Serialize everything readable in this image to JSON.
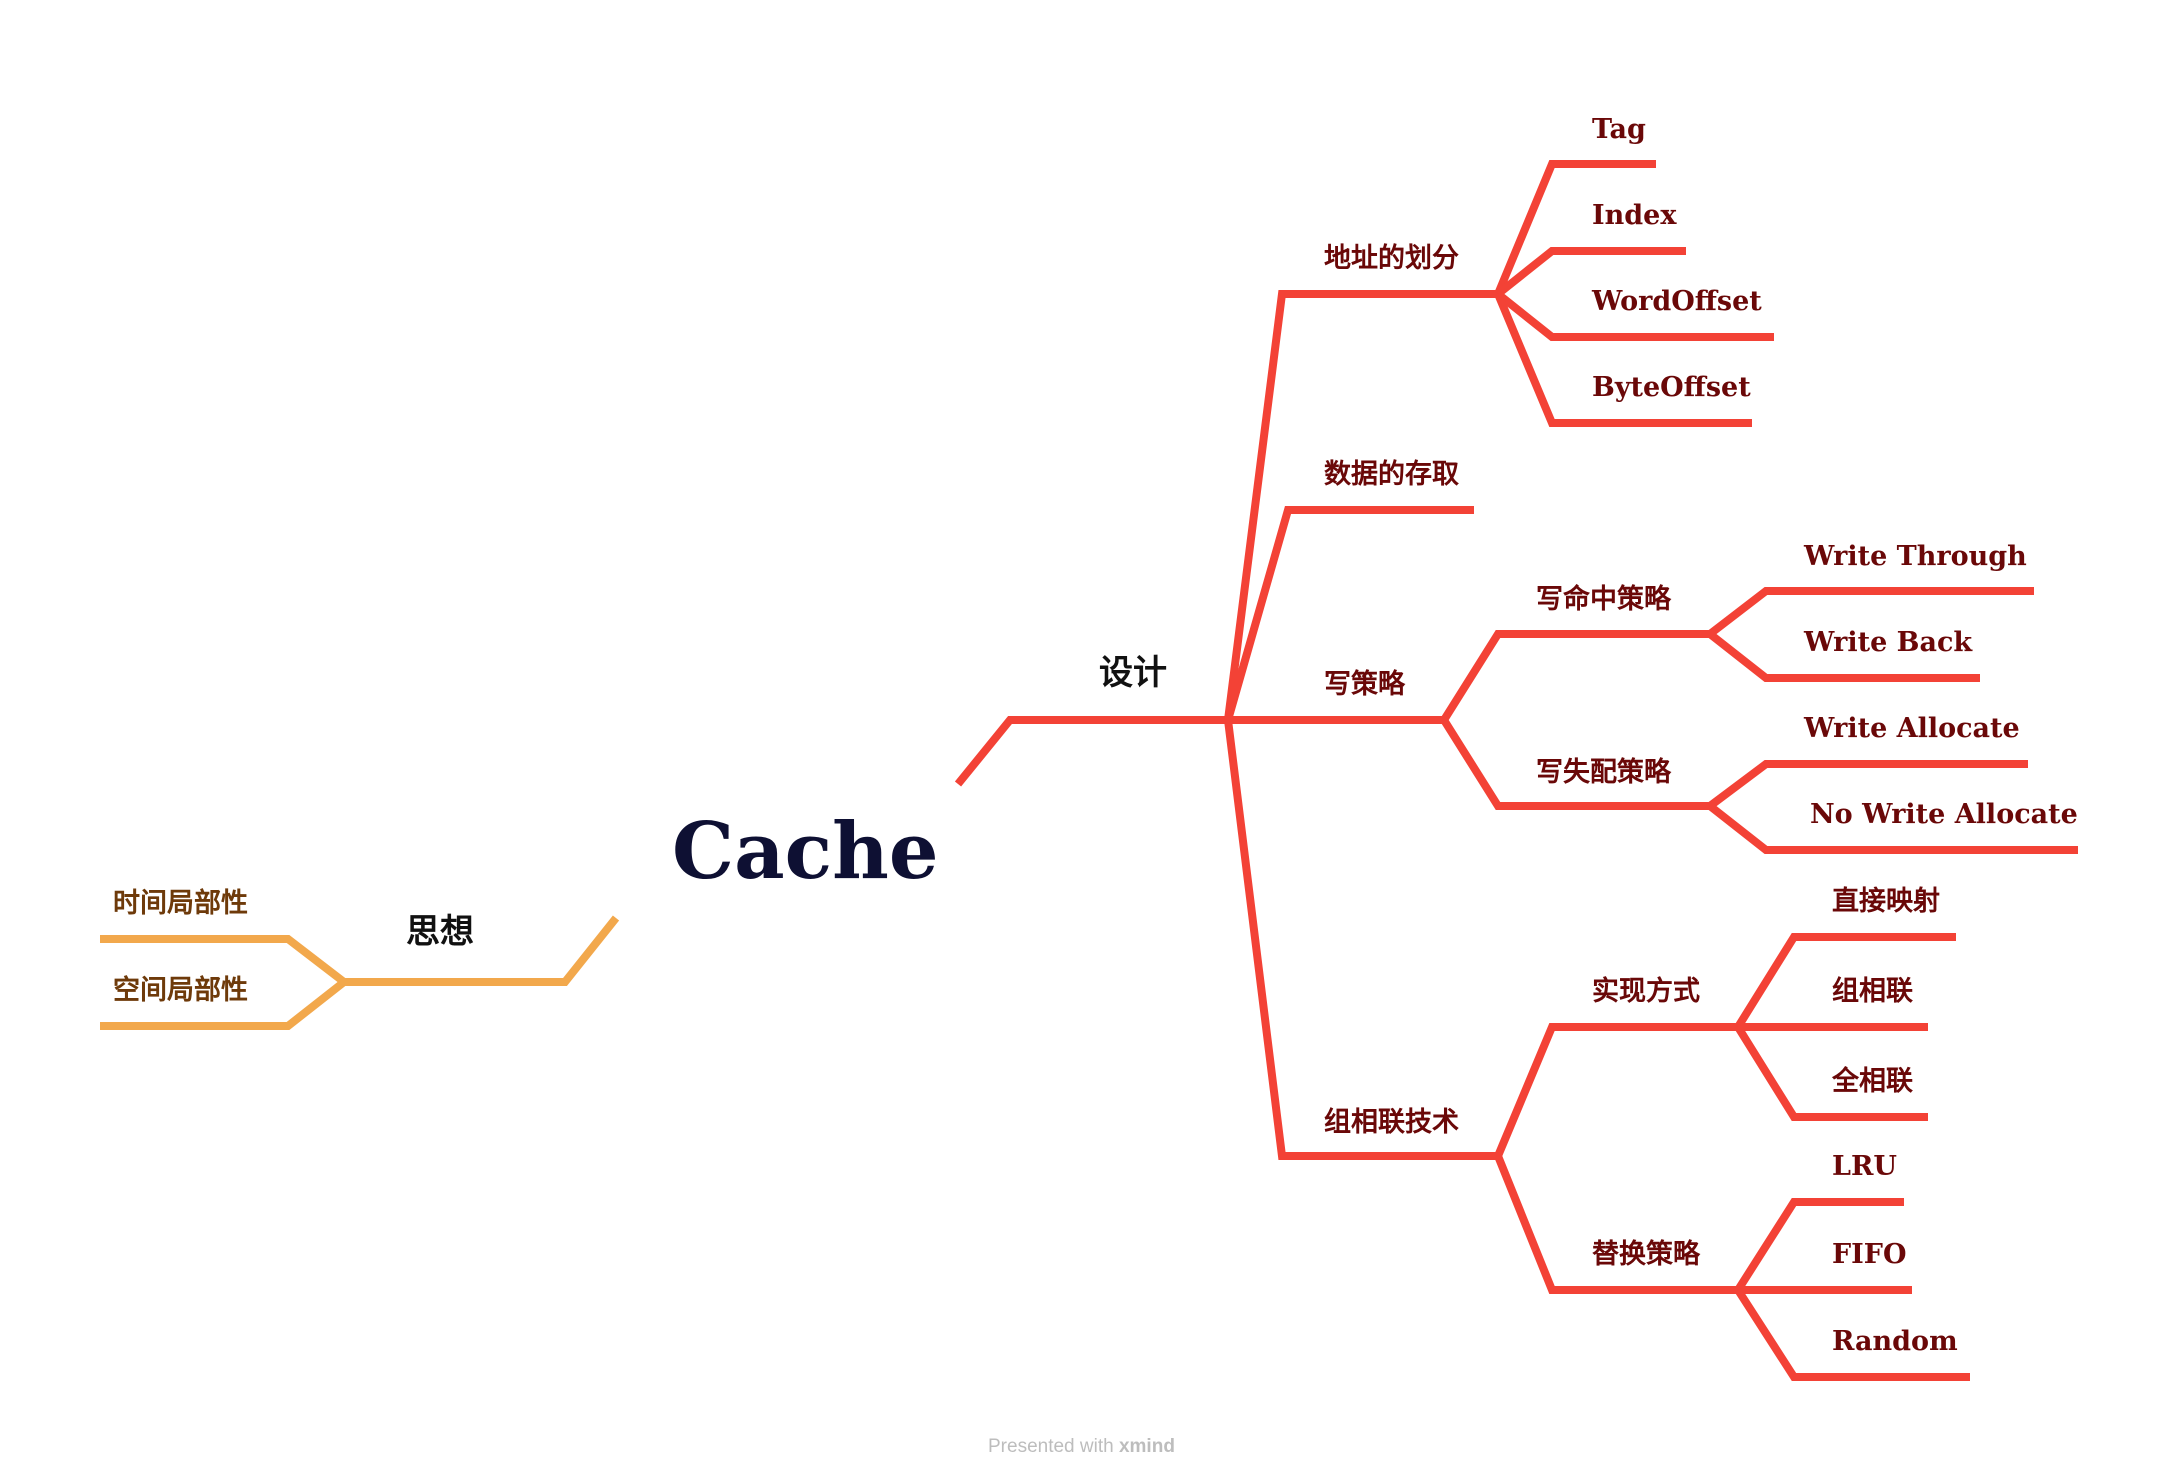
{
  "root": {
    "label": "Cache"
  },
  "branches": {
    "design": {
      "label": "设计",
      "color": "#F34236",
      "address_split": {
        "label": "地址的划分",
        "items": [
          "Tag",
          "Index",
          "WordOffset",
          "ByteOffset"
        ]
      },
      "data_access": {
        "label": "数据的存取"
      },
      "write_policy": {
        "label": "写策略",
        "write_hit": {
          "label": "写命中策略",
          "items": [
            "Write Through",
            "Write Back"
          ]
        },
        "write_miss": {
          "label": "写失配策略",
          "items": [
            "Write Allocate",
            "No Write Allocate"
          ]
        }
      },
      "set_assoc": {
        "label": "组相联技术",
        "implementation": {
          "label": "实现方式",
          "items": [
            "直接映射",
            "组相联",
            "全相联"
          ]
        },
        "replacement": {
          "label": "替换策略",
          "items": [
            "LRU",
            "FIFO",
            "Random"
          ]
        }
      }
    },
    "idea": {
      "label": "思想",
      "color": "#F2A84C",
      "items": [
        "时间局部性",
        "空间局部性"
      ]
    }
  },
  "footer": {
    "prefix": "Presented with ",
    "brand": "xmind"
  }
}
